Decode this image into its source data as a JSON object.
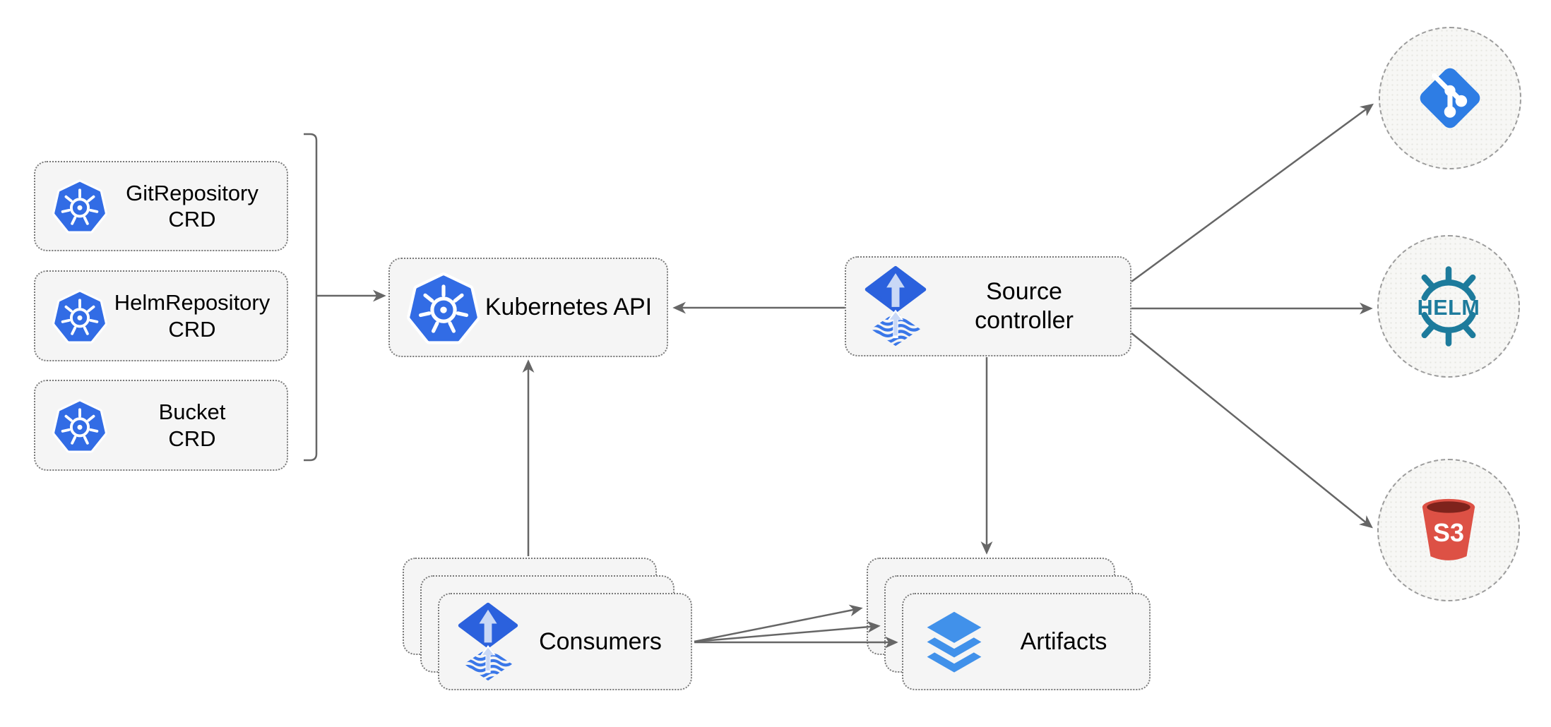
{
  "nodes": {
    "crds": [
      {
        "id": "gitrepository-crd",
        "label": "GitRepository\nCRD",
        "icon": "kubernetes-icon"
      },
      {
        "id": "helmrepository-crd",
        "label": "HelmRepository\nCRD",
        "icon": "kubernetes-icon"
      },
      {
        "id": "bucket-crd",
        "label": "Bucket\nCRD",
        "icon": "kubernetes-icon"
      }
    ],
    "kubernetes_api": {
      "label": "Kubernetes API",
      "icon": "kubernetes-icon"
    },
    "source_controller": {
      "label": "Source\ncontroller",
      "icon": "flux-icon"
    },
    "consumers": {
      "label": "Consumers",
      "icon": "flux-icon",
      "stacked_count": 3
    },
    "artifacts": {
      "label": "Artifacts",
      "icon": "layers-icon",
      "stacked_count": 3
    },
    "externals": [
      {
        "id": "git",
        "icon": "git-logo-icon"
      },
      {
        "id": "helm",
        "icon": "helm-logo-icon",
        "label": "HELM"
      },
      {
        "id": "s3",
        "icon": "s3-bucket-icon",
        "label": "S3"
      }
    ]
  },
  "edges": [
    {
      "from": "crd-group",
      "to": "kubernetes-api",
      "arrow": true
    },
    {
      "from": "source-controller",
      "to": "kubernetes-api",
      "arrow": true
    },
    {
      "from": "consumers",
      "to": "kubernetes-api",
      "arrow": true
    },
    {
      "from": "source-controller",
      "to": "artifacts",
      "arrow": true
    },
    {
      "from": "source-controller",
      "to": "git",
      "arrow": true
    },
    {
      "from": "source-controller",
      "to": "helm",
      "arrow": true
    },
    {
      "from": "source-controller",
      "to": "s3",
      "arrow": true
    },
    {
      "from": "consumers",
      "to": "artifacts",
      "arrow": true,
      "count": 3
    }
  ],
  "colors": {
    "box_fill": "#f5f5f5",
    "box_border": "#7a7a7a",
    "circle_border": "#9c9c9c",
    "arrow": "#666666",
    "kubernetes_blue": "#326ce5",
    "flux_blue": "#2b61dd",
    "flux_arrow_light": "#c9d8f6",
    "git_blue": "#2e7de4",
    "helm_teal": "#1d7b9c",
    "s3_red": "#dd5145",
    "s3_dark": "#7e231c",
    "layers_blue": "#4191ea",
    "text": "#000000"
  }
}
